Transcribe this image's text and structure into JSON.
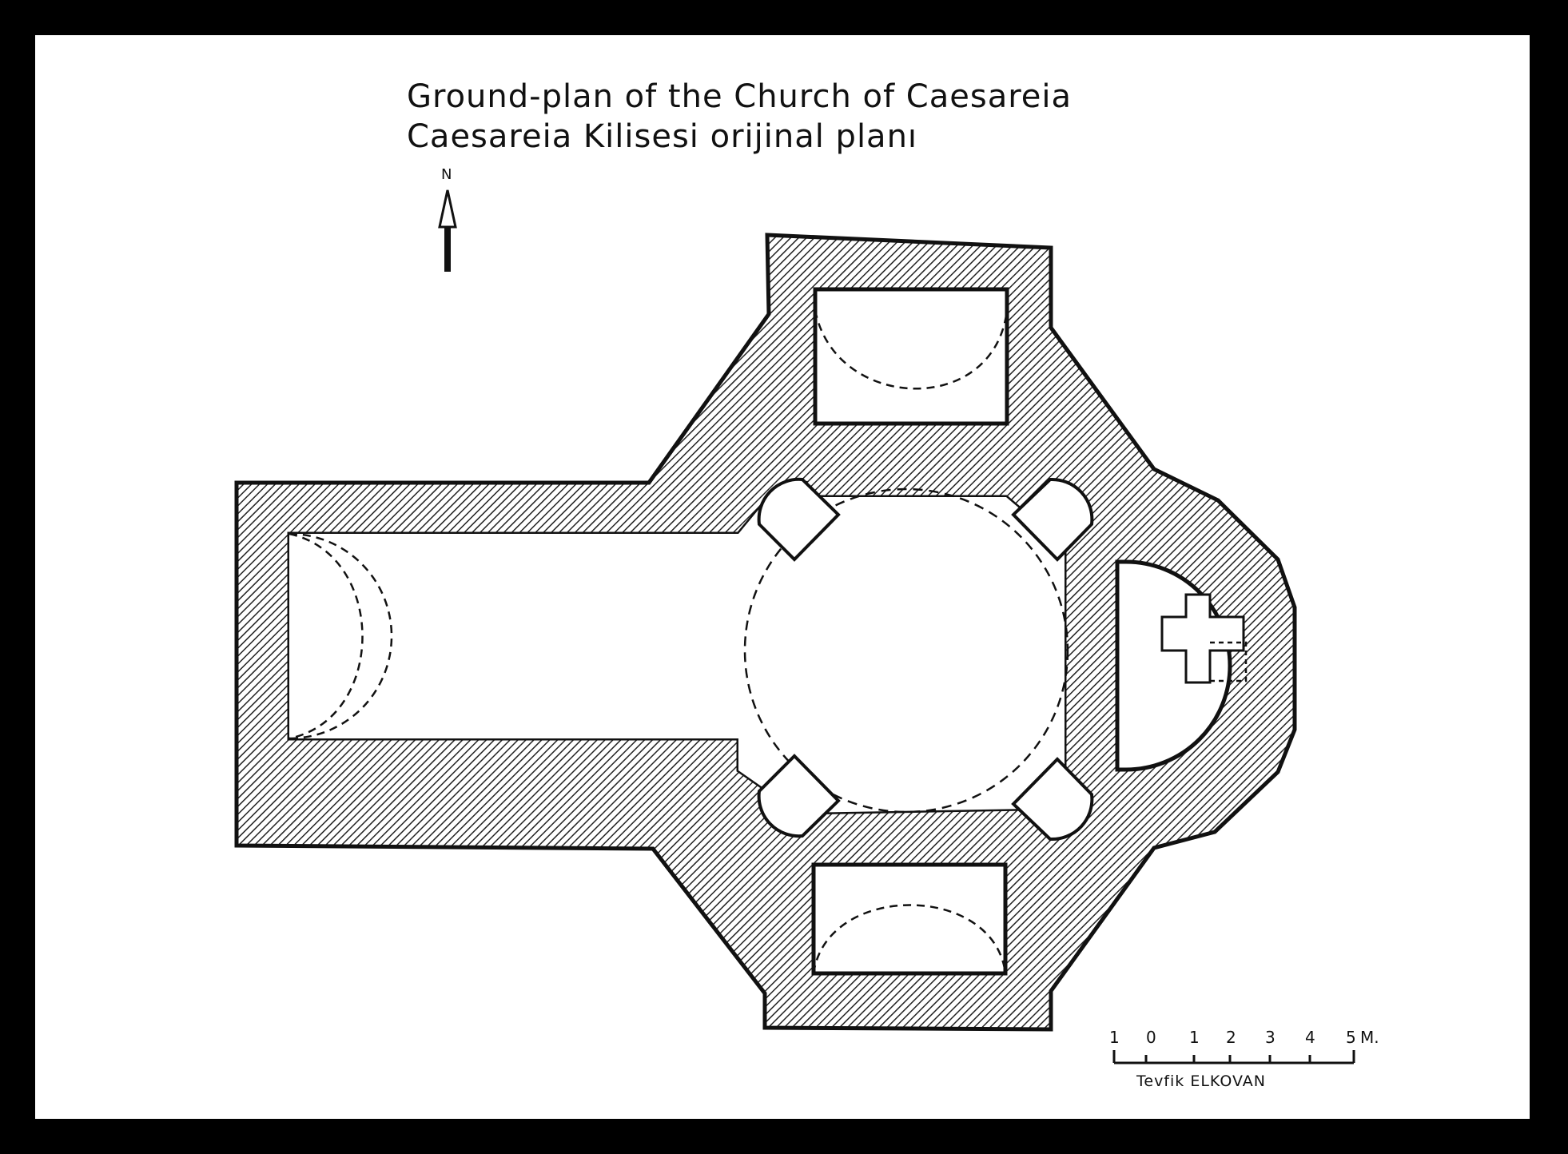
{
  "title": {
    "english": "Ground-plan of the Church of Caesareia",
    "turkish": "Caesareia Kilisesi orijinal planı"
  },
  "north_arrow": {
    "label": "N"
  },
  "scale_bar": {
    "ticks": [
      "1",
      "0",
      "1",
      "2",
      "3",
      "4",
      "5"
    ],
    "unit": "M."
  },
  "author": "Tevfik ELKOVAN",
  "colors": {
    "ink": "#111111",
    "paper": "#ffffff",
    "frame": "#000000"
  }
}
